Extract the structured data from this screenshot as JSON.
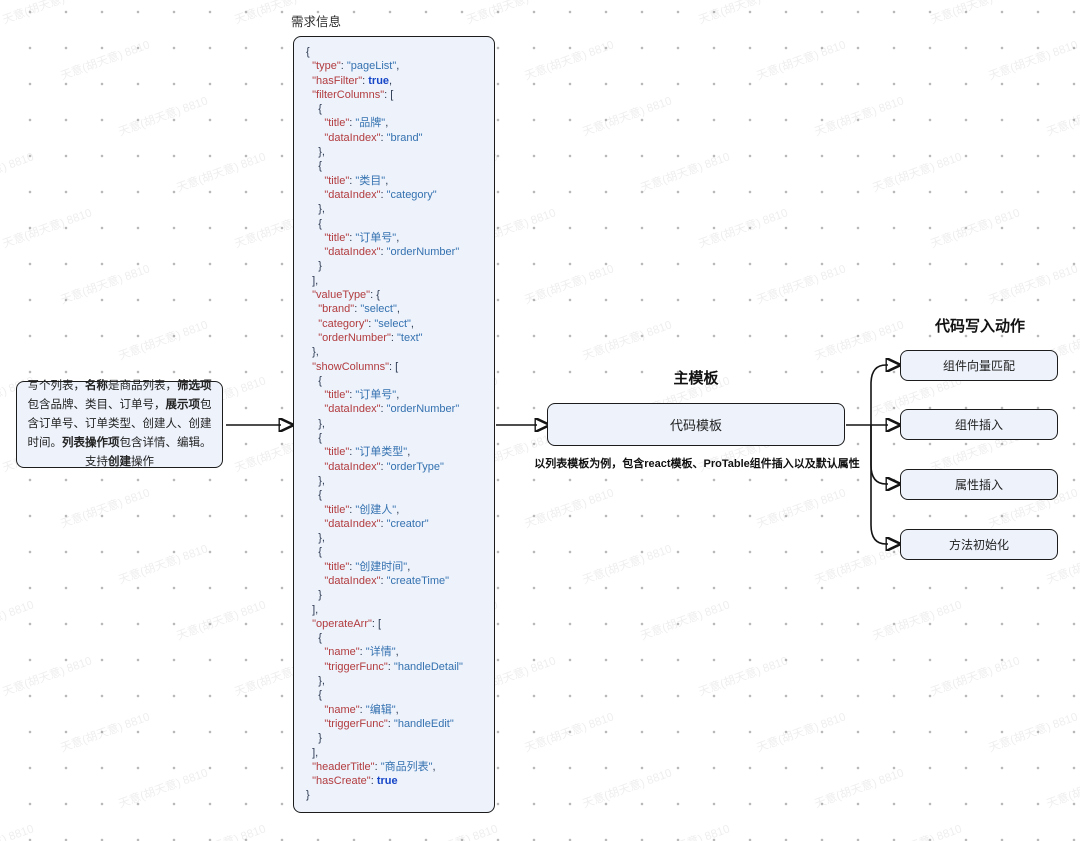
{
  "watermark": {
    "text": "天意(胡天意) 8810"
  },
  "requirement": {
    "segments": [
      {
        "t": "写个列表，"
      },
      {
        "t": "名称",
        "b": true
      },
      {
        "t": "是商品列表，"
      },
      {
        "t": "筛选项",
        "b": true
      },
      {
        "t": "包含品牌、类目、订单号，"
      },
      {
        "t": "展示项",
        "b": true
      },
      {
        "t": "包含订单号、订单类型、创建人、创建时间。"
      },
      {
        "t": "列表操作项",
        "b": true
      },
      {
        "t": "包含详情、编辑。支持"
      },
      {
        "t": "创建",
        "b": true
      },
      {
        "t": "操作"
      }
    ]
  },
  "json_panel": {
    "title": "需求信息",
    "lines": [
      "{",
      "  \"type\": \"pageList\",",
      "  \"hasFilter\": true,",
      "  \"filterColumns\": [",
      "    {",
      "      \"title\": \"品牌\",",
      "      \"dataIndex\": \"brand\"",
      "    },",
      "    {",
      "      \"title\": \"类目\",",
      "      \"dataIndex\": \"category\"",
      "    },",
      "    {",
      "      \"title\": \"订单号\",",
      "      \"dataIndex\": \"orderNumber\"",
      "    }",
      "  ],",
      "  \"valueType\": {",
      "    \"brand\": \"select\",",
      "    \"category\": \"select\",",
      "    \"orderNumber\": \"text\"",
      "  },",
      "  \"showColumns\": [",
      "    {",
      "      \"title\": \"订单号\",",
      "      \"dataIndex\": \"orderNumber\"",
      "    },",
      "    {",
      "      \"title\": \"订单类型\",",
      "      \"dataIndex\": \"orderType\"",
      "    },",
      "    {",
      "      \"title\": \"创建人\",",
      "      \"dataIndex\": \"creator\"",
      "    },",
      "    {",
      "      \"title\": \"创建时间\",",
      "      \"dataIndex\": \"createTime\"",
      "    }",
      "  ],",
      "  \"operateArr\": [",
      "    {",
      "      \"name\": \"详情\",",
      "      \"triggerFunc\": \"handleDetail\"",
      "    },",
      "    {",
      "      \"name\": \"编辑\",",
      "      \"triggerFunc\": \"handleEdit\"",
      "    }",
      "  ],",
      "  \"headerTitle\": \"商品列表\",",
      "  \"hasCreate\": true",
      "}"
    ]
  },
  "main_template": {
    "title": "主模板",
    "box_label": "代码模板",
    "caption": "以列表模板为例，包含react模板、ProTable组件插入以及默认属性"
  },
  "actions": {
    "title": "代码写入动作",
    "items": [
      "组件向量匹配",
      "组件插入",
      "属性插入",
      "方法初始化"
    ]
  },
  "colors": {
    "node_fill": "#edf2fb",
    "node_border": "#1c1c1c",
    "json_key": "#b23c3f",
    "json_string": "#3572b0",
    "json_bool": "#1646c8",
    "arrow": "#141414"
  }
}
